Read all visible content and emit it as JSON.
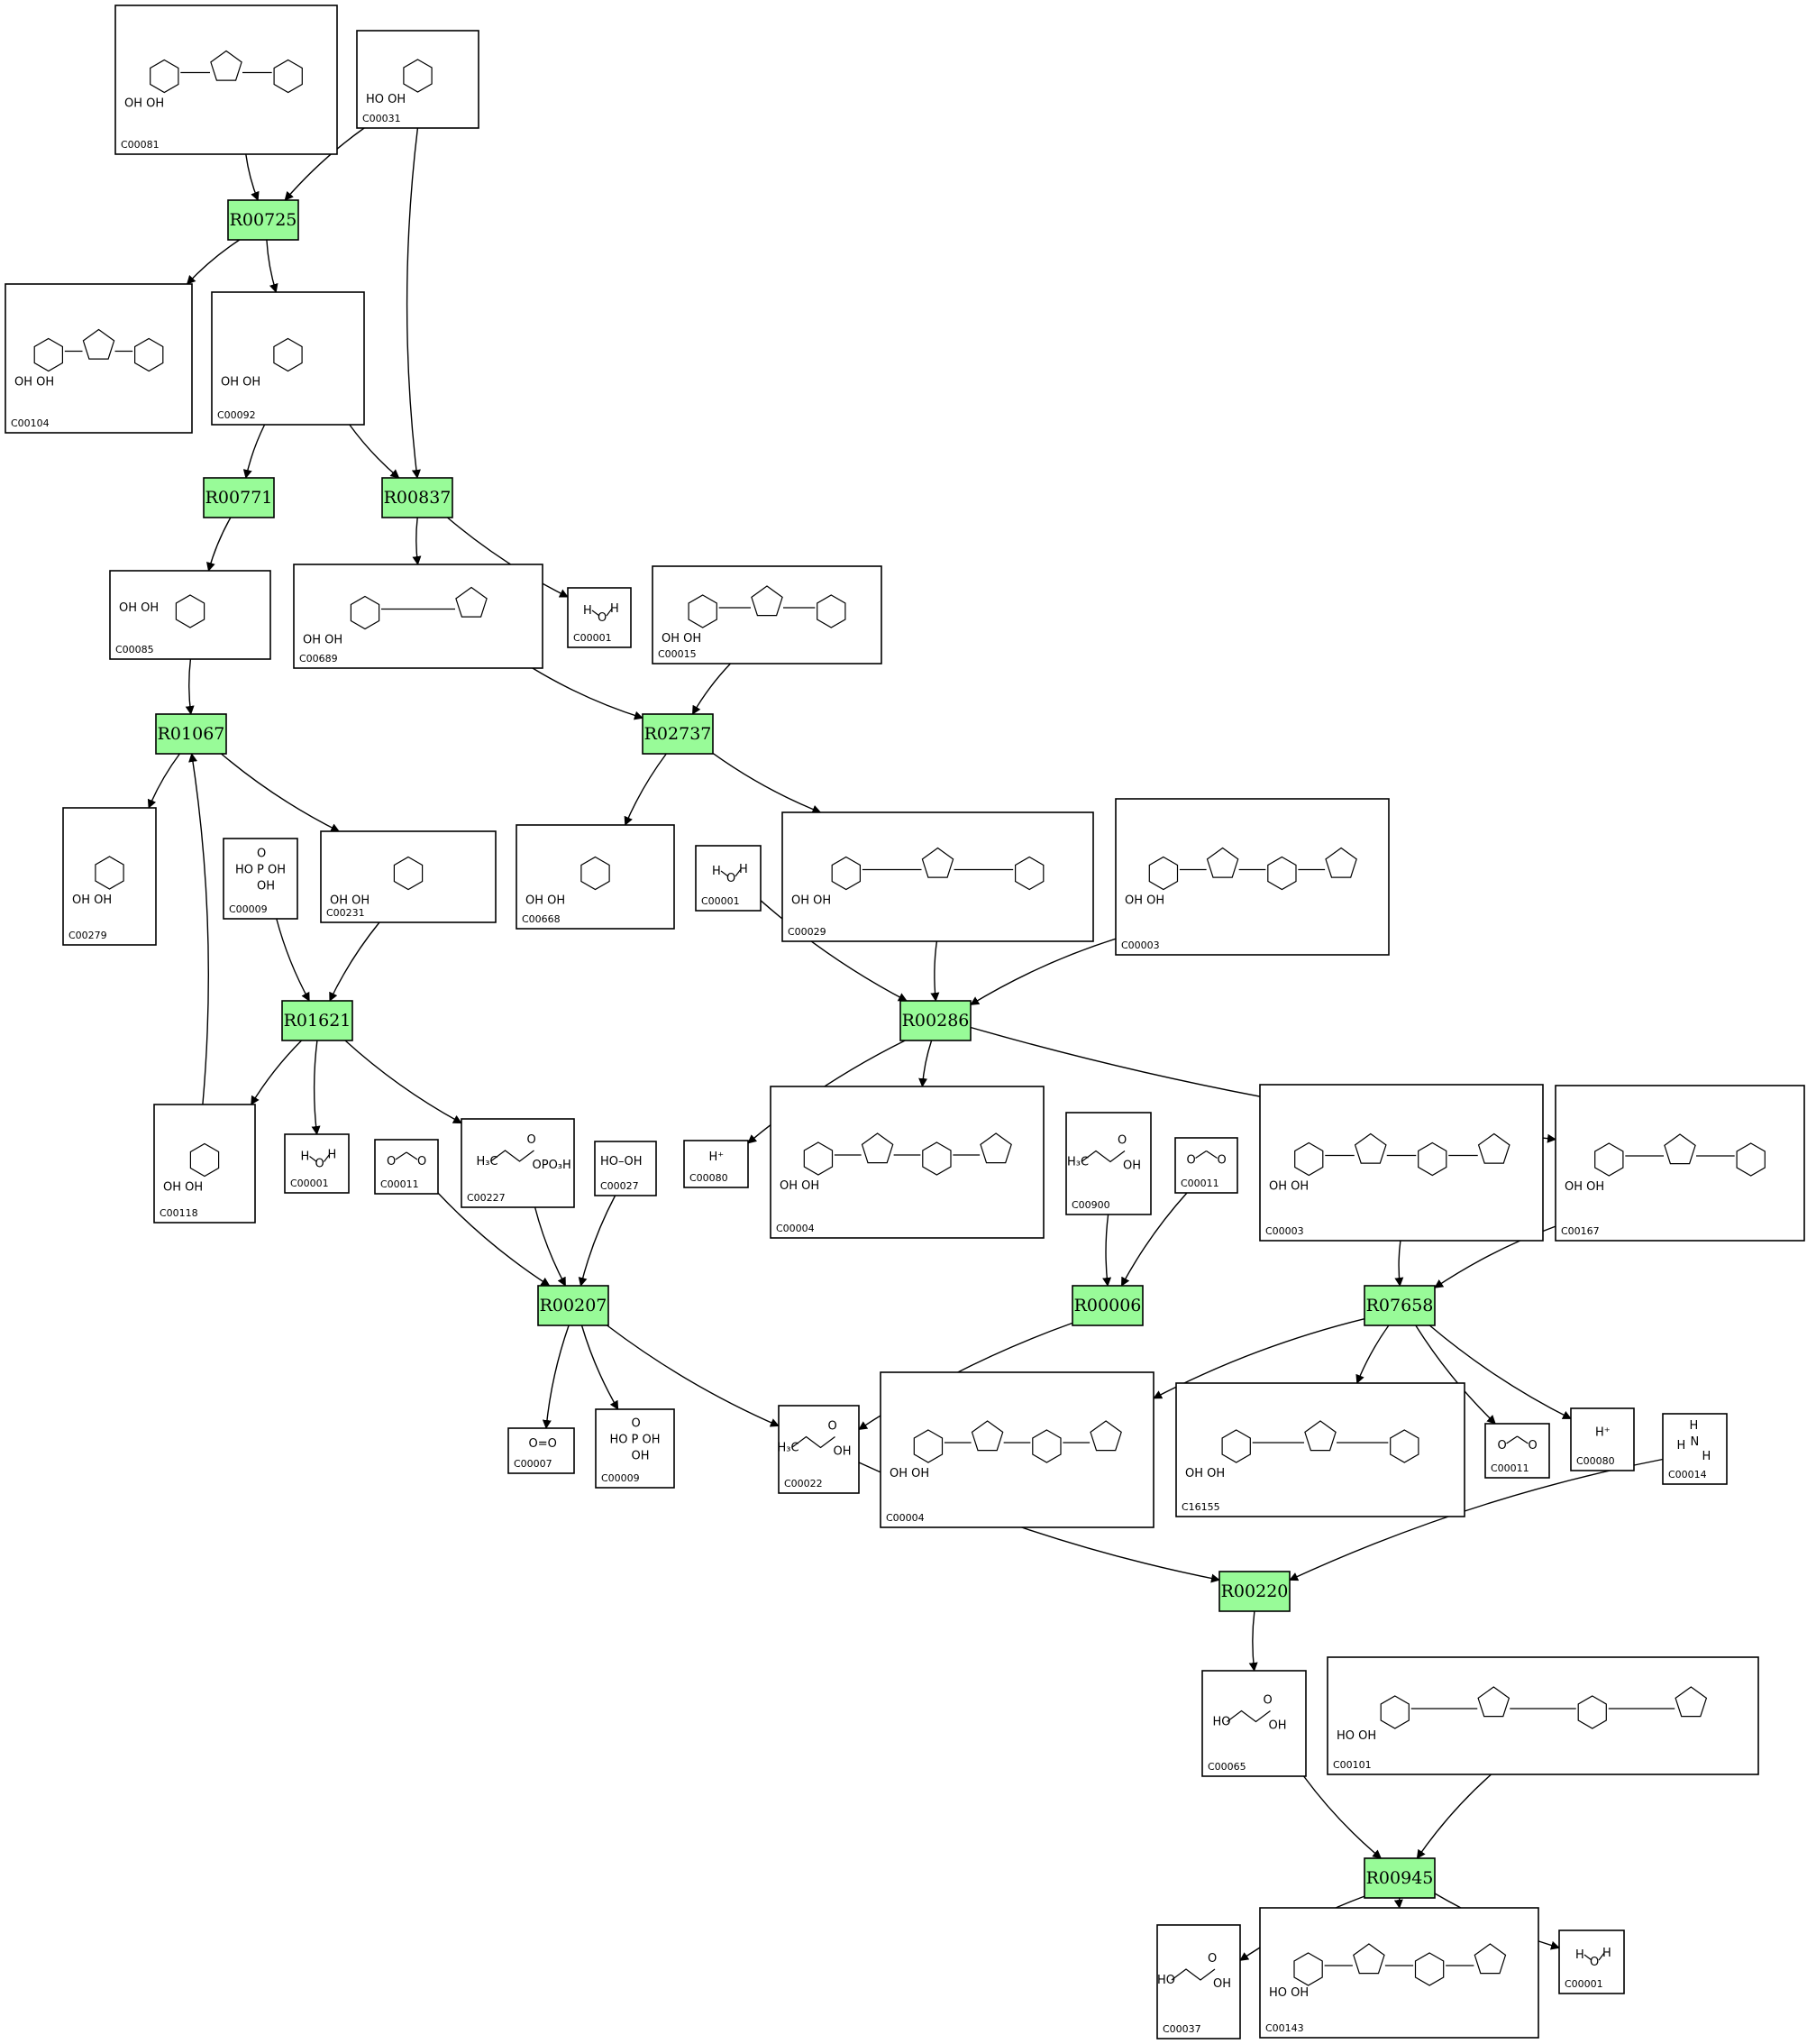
{
  "colors": {
    "reaction_fill": "#98fb98",
    "box_stroke": "#000000",
    "edge": "#000000",
    "background": "#ffffff"
  },
  "reactions": [
    {
      "id": "r1",
      "label": "R00725"
    },
    {
      "id": "r2",
      "label": "R00771"
    },
    {
      "id": "r3",
      "label": "R00837"
    },
    {
      "id": "r4",
      "label": "R01067"
    },
    {
      "id": "r5",
      "label": "R02737"
    },
    {
      "id": "r6",
      "label": "R01621"
    },
    {
      "id": "r7",
      "label": "R00286"
    },
    {
      "id": "r8",
      "label": "R00207"
    },
    {
      "id": "r9",
      "label": "R00006"
    },
    {
      "id": "r10",
      "label": "R07658"
    },
    {
      "id": "r11",
      "label": "R00220"
    },
    {
      "id": "r12",
      "label": "R00945"
    }
  ],
  "compounds": [
    {
      "id": "c1",
      "label": "C00081",
      "structure": "IDP (inosine triphosphate analog)"
    },
    {
      "id": "c2",
      "label": "C00031",
      "structure": "glucose"
    },
    {
      "id": "c3",
      "label": "C00104",
      "structure": "IDP"
    },
    {
      "id": "c4",
      "label": "C00092",
      "structure": "glucose-6-phosphate"
    },
    {
      "id": "c5",
      "label": "C00085",
      "structure": "fructose-6-phosphate"
    },
    {
      "id": "c6",
      "label": "C00689",
      "structure": "disaccharide phosphate"
    },
    {
      "id": "c7",
      "label": "C00001",
      "structure": "H2O"
    },
    {
      "id": "c8",
      "label": "C00015",
      "structure": "UDP"
    },
    {
      "id": "c9",
      "label": "C00279",
      "structure": "erythrose-4-phosphate"
    },
    {
      "id": "c10",
      "label": "C00009",
      "structure": "phosphate"
    },
    {
      "id": "c11",
      "label": "C00231",
      "structure": "xylulose-5-phosphate"
    },
    {
      "id": "c12",
      "label": "C00668",
      "structure": "glucose-1-phosphate"
    },
    {
      "id": "c13",
      "label": "C00001",
      "structure": "H2O"
    },
    {
      "id": "c14",
      "label": "C00029",
      "structure": "UDP-glucose"
    },
    {
      "id": "c15",
      "label": "C00003",
      "structure": "NAD+"
    },
    {
      "id": "c16",
      "label": "C00118",
      "structure": "glyceraldehyde-3-phosphate"
    },
    {
      "id": "c17",
      "label": "C00001",
      "structure": "H2O"
    },
    {
      "id": "c18",
      "label": "C00011",
      "structure": "CO2"
    },
    {
      "id": "c19",
      "label": "C00227",
      "structure": "acetyl phosphate"
    },
    {
      "id": "c20",
      "label": "C00027",
      "structure": "H2O2"
    },
    {
      "id": "c21",
      "label": "C00080",
      "structure": "H+"
    },
    {
      "id": "c22",
      "label": "C00004",
      "structure": "NADH"
    },
    {
      "id": "c23",
      "label": "C00900",
      "structure": "2-acetolactate"
    },
    {
      "id": "c24",
      "label": "C00011",
      "structure": "CO2"
    },
    {
      "id": "c25",
      "label": "C00003",
      "structure": "NAD+"
    },
    {
      "id": "c26",
      "label": "C00167",
      "structure": "UDP-glucuronate"
    },
    {
      "id": "c27",
      "label": "C00007",
      "structure": "O2"
    },
    {
      "id": "c28",
      "label": "C00009",
      "structure": "phosphate"
    },
    {
      "id": "c29",
      "label": "C00022",
      "structure": "pyruvate"
    },
    {
      "id": "c30",
      "label": "C00004",
      "structure": "NADH"
    },
    {
      "id": "c31",
      "label": "C16155",
      "structure": "UDP-4-keto-pentose"
    },
    {
      "id": "c32",
      "label": "C00011",
      "structure": "CO2"
    },
    {
      "id": "c33",
      "label": "C00080",
      "structure": "H+"
    },
    {
      "id": "c34",
      "label": "C00014",
      "structure": "NH3"
    },
    {
      "id": "c35",
      "label": "C00065",
      "structure": "serine"
    },
    {
      "id": "c36",
      "label": "C00101",
      "structure": "tetrahydrofolate"
    },
    {
      "id": "c37",
      "label": "C00037",
      "structure": "glycine"
    },
    {
      "id": "c38",
      "label": "C00143",
      "structure": "5,10-methylene-THF"
    },
    {
      "id": "c39",
      "label": "C00001",
      "structure": "H2O"
    }
  ],
  "edges": [
    [
      "c1",
      "r1"
    ],
    [
      "c2",
      "r1"
    ],
    [
      "r1",
      "c3"
    ],
    [
      "r1",
      "c4"
    ],
    [
      "c4",
      "r2"
    ],
    [
      "c4",
      "r3"
    ],
    [
      "c2",
      "r3"
    ],
    [
      "r2",
      "c5"
    ],
    [
      "r3",
      "c6"
    ],
    [
      "r3",
      "c7"
    ],
    [
      "c5",
      "r4"
    ],
    [
      "c6",
      "r5"
    ],
    [
      "c8",
      "r5"
    ],
    [
      "r4",
      "c9"
    ],
    [
      "r4",
      "c11"
    ],
    [
      "c16",
      "r4"
    ],
    [
      "r5",
      "c12"
    ],
    [
      "r5",
      "c14"
    ],
    [
      "c10",
      "r6"
    ],
    [
      "c11",
      "r6"
    ],
    [
      "r6",
      "c16"
    ],
    [
      "r6",
      "c17"
    ],
    [
      "r6",
      "c19"
    ],
    [
      "c13",
      "r7"
    ],
    [
      "c14",
      "r7"
    ],
    [
      "c15",
      "r7"
    ],
    [
      "r7",
      "c21"
    ],
    [
      "r7",
      "c22"
    ],
    [
      "r7",
      "c26"
    ],
    [
      "c18",
      "r8"
    ],
    [
      "c19",
      "r8"
    ],
    [
      "c20",
      "r8"
    ],
    [
      "r8",
      "c27"
    ],
    [
      "r8",
      "c28"
    ],
    [
      "r8",
      "c29"
    ],
    [
      "c23",
      "r9"
    ],
    [
      "c24",
      "r9"
    ],
    [
      "r9",
      "c29"
    ],
    [
      "c25",
      "r10"
    ],
    [
      "c26",
      "r10"
    ],
    [
      "r10",
      "c30"
    ],
    [
      "r10",
      "c31"
    ],
    [
      "r10",
      "c32"
    ],
    [
      "r10",
      "c33"
    ],
    [
      "c29",
      "r11"
    ],
    [
      "c34",
      "r11"
    ],
    [
      "r11",
      "c35"
    ],
    [
      "c35",
      "r12"
    ],
    [
      "c36",
      "r12"
    ],
    [
      "r12",
      "c37"
    ],
    [
      "r12",
      "c38"
    ],
    [
      "r12",
      "c39"
    ]
  ]
}
